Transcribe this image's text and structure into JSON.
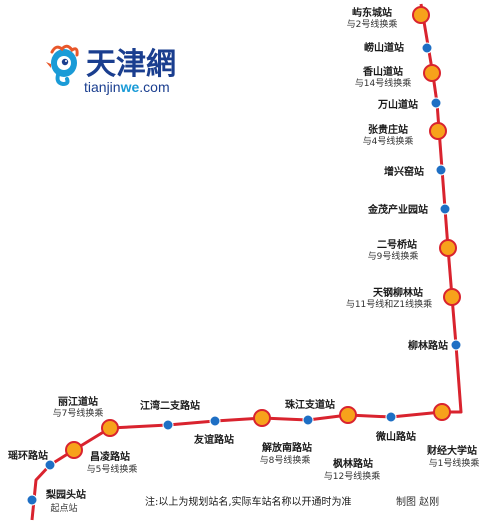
{
  "logo": {
    "title": "天津網",
    "domain_prefix": "tianjin",
    "domain_highlight": "we",
    "domain_suffix": ".com",
    "icon": "seahorse-icon"
  },
  "colors": {
    "line": "#d9232e",
    "transfer_fill": "#f7a21b",
    "transfer_stroke": "#d9232e",
    "regular_stop": "#1e6fc4",
    "logo_text": "#1a3e8f",
    "logo_highlight": "#1a9bd7"
  },
  "stations": [
    {
      "id": "jiedong",
      "name": "屿东城站",
      "transfer": "与2号线换乘",
      "type": "transfer"
    },
    {
      "id": "xiaoshan",
      "name": "崂山道站",
      "transfer": "",
      "type": "regular"
    },
    {
      "id": "xiangshan",
      "name": "香山道站",
      "transfer": "与14号线换乘",
      "type": "transfer"
    },
    {
      "id": "wanshan",
      "name": "万山道站",
      "transfer": "",
      "type": "regular"
    },
    {
      "id": "zhanggui",
      "name": "张贵庄站",
      "transfer": "与4号线换乘",
      "type": "transfer"
    },
    {
      "id": "zengxing",
      "name": "增兴窑站",
      "transfer": "",
      "type": "regular"
    },
    {
      "id": "jinmao",
      "name": "金茂产业园站",
      "transfer": "",
      "type": "regular"
    },
    {
      "id": "erhaoqiao",
      "name": "二号桥站",
      "transfer": "与9号线换乘",
      "type": "transfer"
    },
    {
      "id": "tiangang",
      "name": "天钢柳林站",
      "transfer": "与11号线和Z1线换乘",
      "type": "transfer"
    },
    {
      "id": "liulinlu",
      "name": "柳林路站",
      "transfer": "",
      "type": "regular"
    },
    {
      "id": "caijing",
      "name": "财经大学站",
      "transfer": "与1号线换乘",
      "type": "transfer"
    },
    {
      "id": "weikou",
      "name": "微山路站",
      "transfer": "",
      "type": "regular"
    },
    {
      "id": "fenglin",
      "name": "枫林路站",
      "transfer": "与12号线换乘",
      "type": "transfer"
    },
    {
      "id": "zhujiang",
      "name": "珠江支道站",
      "transfer": "",
      "type": "regular"
    },
    {
      "id": "jiefangnan",
      "name": "解放南路站",
      "transfer": "与8号线换乘",
      "type": "transfer"
    },
    {
      "id": "youyi",
      "name": "友谊路站",
      "transfer": "",
      "type": "regular"
    },
    {
      "id": "jiangwan",
      "name": "江湾二支路站",
      "transfer": "",
      "type": "regular"
    },
    {
      "id": "lijiang",
      "name": "丽江道站",
      "transfer": "与7号线换乘",
      "type": "transfer"
    },
    {
      "id": "changling",
      "name": "昌凌路站",
      "transfer": "与5号线换乘",
      "type": "transfer"
    },
    {
      "id": "yaohuan",
      "name": "瑶环路站",
      "transfer": "",
      "type": "regular"
    },
    {
      "id": "liyuantou",
      "name": "梨园头站",
      "transfer": "起点站",
      "type": "terminal"
    }
  ],
  "footer": {
    "note": "注:以上为规划站名,实际车站名称以开通时为准",
    "credit": "制图 赵刚"
  }
}
